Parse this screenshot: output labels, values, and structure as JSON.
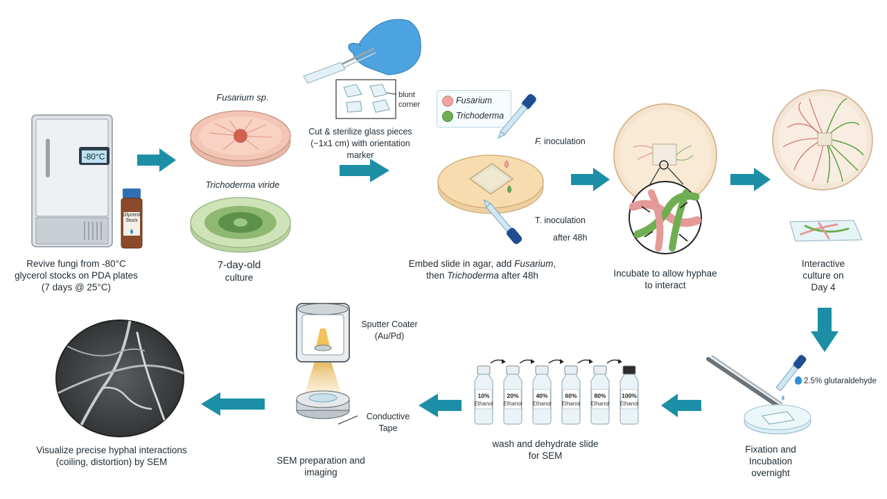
{
  "colors": {
    "arrow": "#1c8fa6",
    "fusarium": "#f2a3a0",
    "trichoderma": "#6fae52",
    "agar": "#f6dcae",
    "glove": "#4da3df"
  },
  "freezer": {
    "display": "-80°C",
    "vial_label": "Glycerol Stock",
    "caption": "Revive fungi from -80°C glycerol stocks on PDA plates (7 days @ 25°C)"
  },
  "cultures": {
    "fusarium_title": "Fusarium sp.",
    "trichoderma_title": "Trichoderma viride",
    "caption_line1": "7-day-old",
    "caption_line2": "culture"
  },
  "glass": {
    "marker_label": "blunt corner",
    "caption": "Cut & sterilize glass pieces (~1x1 cm) with orientation marker"
  },
  "inoculation": {
    "legend_fusarium": "Fusarium",
    "legend_trichoderma": "Trichoderma",
    "f_label": "F. inoculation",
    "t_label": "T. inoculation",
    "t_after": "after 48h",
    "caption_a": "Embed slide in agar, add ",
    "caption_b": "Fusarium",
    "caption_c": ",",
    "caption_d": "then ",
    "caption_e": "Trichoderma",
    "caption_f": " after 48h"
  },
  "incubate": {
    "caption": "Incubate to allow hyphae to interact"
  },
  "interactive": {
    "caption": "Interactive culture on Day 4"
  },
  "fixation": {
    "reagent": "2.5% glutaraldehyde",
    "caption": "Fixation and Incubation overnight"
  },
  "dehydration": {
    "vials": [
      {
        "pct": "10%",
        "solvent": "Ethanol"
      },
      {
        "pct": "20%",
        "solvent": "Ethanol"
      },
      {
        "pct": "40%",
        "solvent": "Ethanol"
      },
      {
        "pct": "60%",
        "solvent": "Ethanol"
      },
      {
        "pct": "80%",
        "solvent": "Ethanol"
      },
      {
        "pct": "100%",
        "solvent": "Ethanol"
      }
    ],
    "caption": "wash and dehydrate slide for SEM"
  },
  "sem": {
    "coater_label": "Sputter Coater (Au/Pd)",
    "tape_label": "Conductive Tape",
    "caption": "SEM preparation and imaging"
  },
  "result": {
    "caption": "Visualize precise hyphal interactions (coiling, distortion) by SEM"
  }
}
